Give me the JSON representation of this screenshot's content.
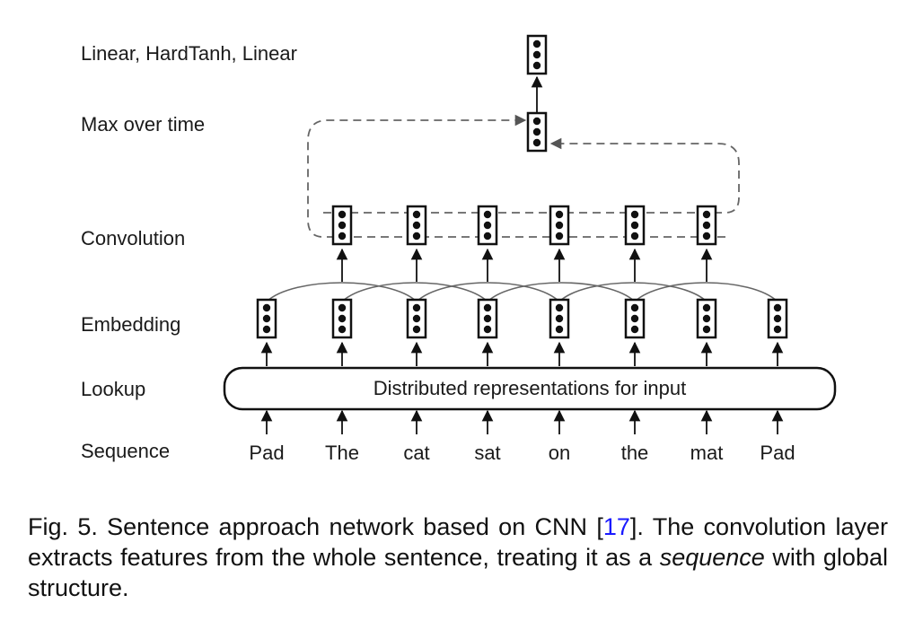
{
  "layers": {
    "linear": "Linear, HardTanh, Linear",
    "max": "Max over time",
    "conv": "Convolution",
    "embedding": "Embedding",
    "lookup": "Lookup",
    "sequence": "Sequence"
  },
  "lookup_box_text": "Distributed representations for input",
  "words": [
    "Pad",
    "The",
    "cat",
    "sat",
    "on",
    "the",
    "mat",
    "Pad"
  ],
  "caption": {
    "part1": "Fig. 5. Sentence approach network based on CNN [",
    "cite": "17",
    "part2": "]. The convolution layer extracts features from the whole sentence, treating it as a ",
    "em": "sequence",
    "part3": " with global structure."
  },
  "colors": {
    "citation": "#1a1aff",
    "dashed": "#666666",
    "arc": "#666666"
  }
}
